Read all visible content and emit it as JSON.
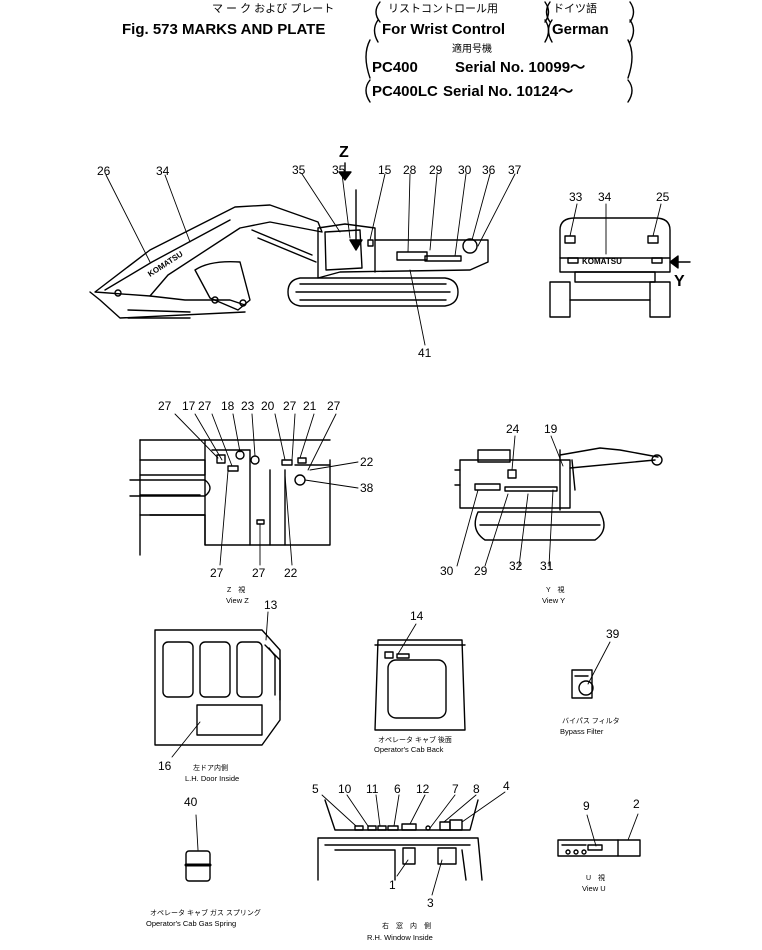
{
  "header": {
    "jp_marks": "マ ー ク および プレート",
    "jp_wrist": "リストコントロール用",
    "jp_lang": "ドイツ語",
    "fig": "Fig. 573 MARKS AND PLATE",
    "for_wrist": "For Wrist Control",
    "german": "German",
    "jp_model": "適用号機",
    "m1_model": "PC400",
    "m1_serial": "Serial No. 10099～",
    "m2_model": "PC400LC",
    "m2_serial": "Serial No. 10124～"
  },
  "main": {
    "z": "Z",
    "brand": "KOMATSU",
    "callouts": [
      "26",
      "34",
      "35",
      "35",
      "15",
      "28",
      "29",
      "30",
      "36",
      "37",
      "41"
    ]
  },
  "view_u_top": {
    "callouts": [
      "33",
      "34",
      "25"
    ],
    "brand": "KOMATSU",
    "y": "Y"
  },
  "view_z": {
    "top": [
      "27",
      "17",
      "27",
      "18",
      "23",
      "20",
      "27",
      "21",
      "27"
    ],
    "right": [
      "22",
      "38"
    ],
    "bottom": [
      "27",
      "27",
      "22"
    ],
    "cap_jp": "Z　視",
    "cap": "View Z"
  },
  "view_y": {
    "top": [
      "24",
      "19"
    ],
    "bottom": [
      "30",
      "29",
      "32",
      "31"
    ],
    "cap_jp": "Y　視",
    "cap": "View Y"
  },
  "door": {
    "n1": "13",
    "n2": "16",
    "cap_jp": "左ドア内側",
    "cap": "L.H. Door Inside"
  },
  "cab_back": {
    "n": "14",
    "cap_jp": "オペレータ キャブ 後面",
    "cap": "Operator's Cab Back"
  },
  "bypass": {
    "n": "39",
    "cap_jp": "バイパス フィルタ",
    "cap": "Bypass Filter"
  },
  "gas_spring": {
    "n": "40",
    "cap_jp": "オペレータ キャブ ガス スプリング",
    "cap": "Operator's Cab Gas Spring"
  },
  "window": {
    "top": [
      "5",
      "10",
      "11",
      "6",
      "12",
      "7",
      "8",
      "4"
    ],
    "bottom": [
      "1",
      "3"
    ],
    "cap_jp": "右　窓　内　側",
    "cap": "R.H. Window Inside"
  },
  "view_u": {
    "n1": "9",
    "n2": "2",
    "cap_jp": "U　視",
    "cap": "View U"
  }
}
